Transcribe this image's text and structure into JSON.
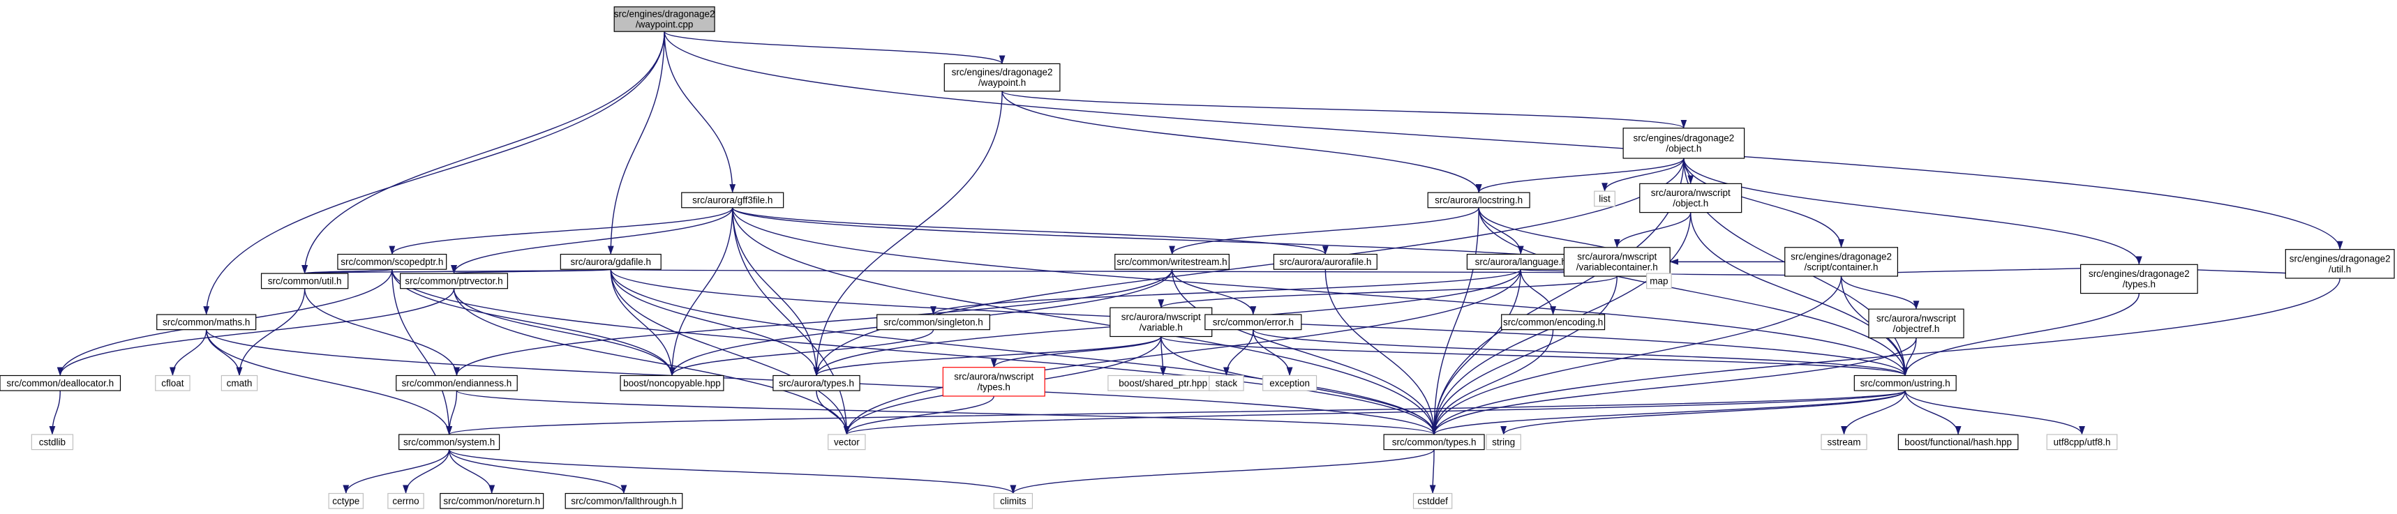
{
  "colors": {
    "edge": "#191970",
    "root_fill": "#bfbfbf",
    "missing_border": "#ff0000",
    "external_border": "#bfbfbf"
  },
  "nodes": {
    "waypoint_cpp": [
      "src/engines/dragonage2",
      "/waypoint.cpp"
    ],
    "waypoint_h": [
      "src/engines/dragonage2",
      "/waypoint.h"
    ],
    "object_h": [
      "src/engines/dragonage2",
      "/object.h"
    ],
    "util_da2": [
      "src/engines/dragonage2",
      "/util.h"
    ],
    "maths": [
      "src/common/maths.h"
    ],
    "util": [
      "src/common/util.h"
    ],
    "gff3file": [
      "src/aurora/gff3file.h"
    ],
    "gdafile": [
      "src/aurora/gdafile.h"
    ],
    "scopedptr": [
      "src/common/scopedptr.h"
    ],
    "ptrvector": [
      "src/common/ptrvector.h"
    ],
    "writestream": [
      "src/common/writestream.h"
    ],
    "aurorafile": [
      "src/aurora/aurorafile.h"
    ],
    "locstring": [
      "src/aurora/locstring.h"
    ],
    "language": [
      "src/aurora/language.h"
    ],
    "list": [
      "list"
    ],
    "nws_object": [
      "src/aurora/nwscript",
      "/object.h"
    ],
    "varcontainer": [
      "src/aurora/nwscript",
      "/variablecontainer.h"
    ],
    "container": [
      "src/engines/dragonage2",
      "/script/container.h"
    ],
    "objectref": [
      "src/aurora/nwscript",
      "/objectref.h"
    ],
    "da2types": [
      "src/engines/dragonage2",
      "/types.h"
    ],
    "deallocator": [
      "src/common/deallocator.h"
    ],
    "cfloat": [
      "cfloat"
    ],
    "cmath": [
      "cmath"
    ],
    "endianness": [
      "src/common/endianness.h"
    ],
    "noncopyable": [
      "boost/noncopyable.hpp"
    ],
    "singleton": [
      "src/common/singleton.h"
    ],
    "nws_variable": [
      "src/aurora/nwscript",
      "/variable.h"
    ],
    "aurora_types": [
      "src/aurora/types.h"
    ],
    "nws_types": [
      "src/aurora/nwscript",
      "/types.h"
    ],
    "shared_ptr": [
      "boost/shared_ptr.hpp"
    ],
    "error": [
      "src/common/error.h"
    ],
    "encoding": [
      "src/common/encoding.h"
    ],
    "map": [
      "map"
    ],
    "stack": [
      "stack"
    ],
    "exception": [
      "exception"
    ],
    "ustring": [
      "src/common/ustring.h"
    ],
    "cstdlib": [
      "cstdlib"
    ],
    "system": [
      "src/common/system.h"
    ],
    "vector": [
      "vector"
    ],
    "types": [
      "src/common/types.h"
    ],
    "string": [
      "string"
    ],
    "sstream": [
      "sstream"
    ],
    "hash": [
      "boost/functional/hash.hpp"
    ],
    "utf8": [
      "utf8cpp/utf8.h"
    ],
    "cctype": [
      "cctype"
    ],
    "cerrno": [
      "cerrno"
    ],
    "noreturn": [
      "src/common/noreturn.h"
    ],
    "fallthrough": [
      "src/common/fallthrough.h"
    ],
    "climits": [
      "climits"
    ],
    "cstddef": [
      "cstddef"
    ]
  }
}
